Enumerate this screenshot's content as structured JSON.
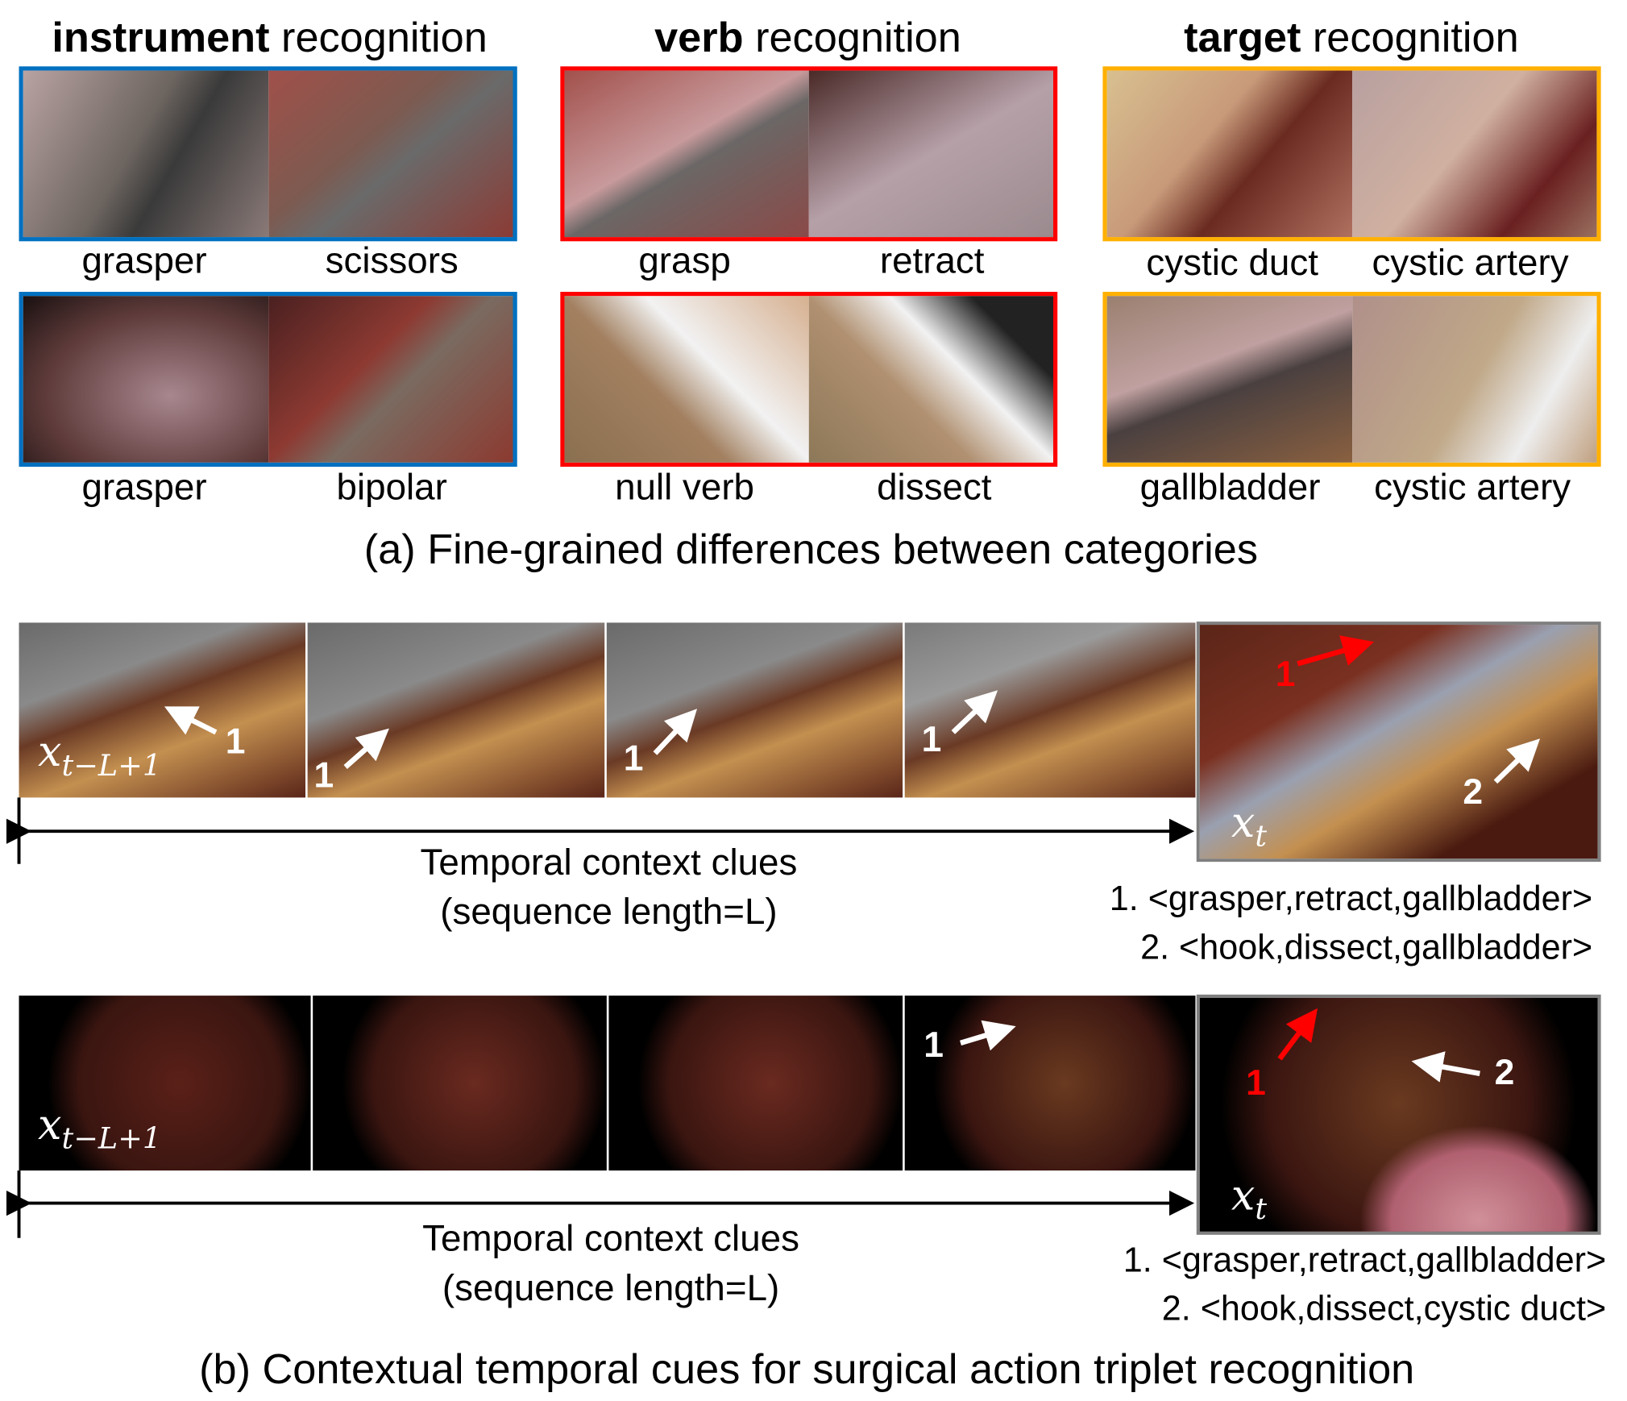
{
  "part_a": {
    "columns": [
      {
        "bold": "instrument",
        "rest": " recognition",
        "color": "#0070c0",
        "labels": [
          [
            "grasper",
            "scissors"
          ],
          [
            "grasper",
            "bipolar"
          ]
        ]
      },
      {
        "bold": "verb",
        "rest": " recognition",
        "color": "#ff0000",
        "labels": [
          [
            "grasp",
            "retract"
          ],
          [
            "null verb",
            "dissect"
          ]
        ]
      },
      {
        "bold": "target",
        "rest": " recognition",
        "color": "#ffb000",
        "labels": [
          [
            "cystic duct",
            "cystic artery"
          ],
          [
            "gallbladder",
            "cystic artery"
          ]
        ]
      }
    ],
    "caption": "(a) Fine-grained differences between categories"
  },
  "part_b": {
    "rows": [
      {
        "first_label": "x",
        "first_sub": "t−L+1",
        "current_label": "x",
        "current_sub": "t",
        "context": "Temporal context clues",
        "seq": "(sequence length=L)",
        "triplets": [
          "1. <grasper,retract,gallbladder>",
          "2. <hook,dissect,gallbladder>"
        ],
        "frame_marks": [
          "1",
          "1",
          "1",
          "1"
        ],
        "current_marks": [
          "1",
          "2"
        ]
      },
      {
        "first_label": "x",
        "first_sub": "t−L+1",
        "current_label": "x",
        "current_sub": "t",
        "context": "Temporal context clues",
        "seq": "(sequence length=L)",
        "triplets": [
          "1. <grasper,retract,gallbladder>",
          "2. <hook,dissect,cystic duct>"
        ],
        "frame_marks": [
          "1"
        ],
        "current_marks": [
          "1",
          "2"
        ]
      }
    ],
    "caption": "(b) Contextual temporal cues for surgical action triplet recognition"
  },
  "colors": {
    "instrument": "#0070c0",
    "verb": "#ff0000",
    "target": "#ffb000",
    "current_frame": "#7f7f7f",
    "highlight_arrow": "#ff0000"
  }
}
